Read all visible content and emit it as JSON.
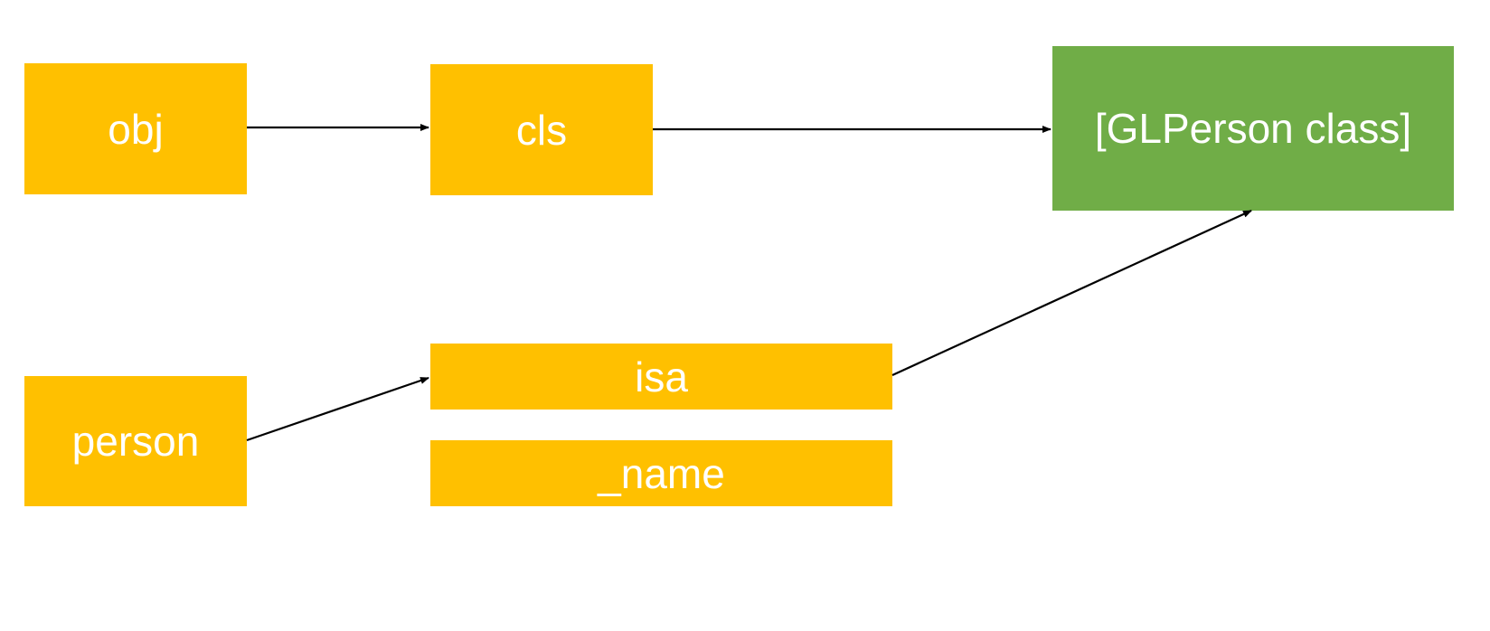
{
  "nodes": {
    "obj": "obj",
    "cls": "cls",
    "glperson_class": "[GLPerson class]",
    "person": "person",
    "isa": "isa",
    "name": "_name"
  },
  "colors": {
    "variable_box": "#FFC000",
    "class_box": "#70AD47",
    "text": "#FFFFFF",
    "arrow": "#000000"
  },
  "edges": [
    {
      "from": "obj",
      "to": "cls"
    },
    {
      "from": "cls",
      "to": "glperson_class"
    },
    {
      "from": "person",
      "to": "isa"
    },
    {
      "from": "isa",
      "to": "glperson_class"
    }
  ]
}
